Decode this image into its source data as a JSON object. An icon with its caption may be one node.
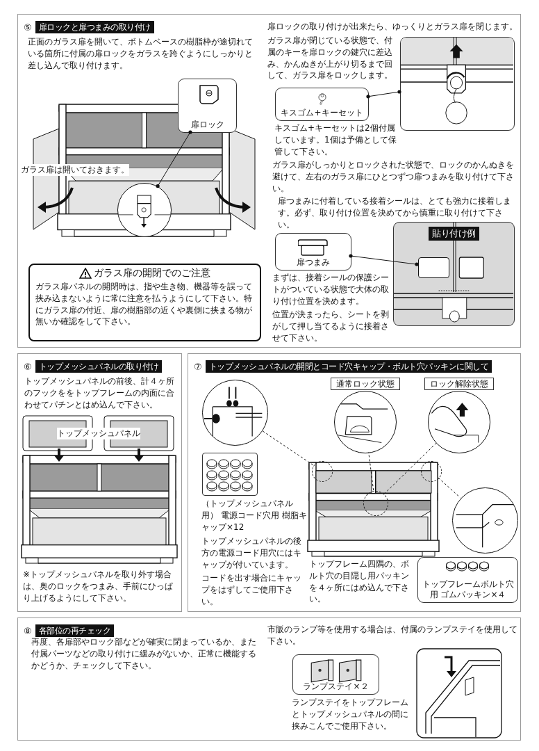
{
  "diagram": {
    "nodes": [
      {
        "text": [
          "⑤",
          "扉ロックと扉つまみの取り付け"
        ]
      },
      {
        "text": [
          "扉ロック"
        ],
        "in": 0
      },
      {
        "text": [],
        "shape": "circle",
        "in": 0
      },
      {
        "text": [
          "ガラス扉の開閉でのご注意",
          "ガラス扉パネルの開閉時は、指や生き物、機器等を誤って挟み込まないように常に注意を払うようにして下さい。特にガラス扉の付近、扉の樹脂部の近くや裏側に挟まる物が無いか確認をして下さい。"
        ],
        "in": 0
      },
      {
        "text": [
          "キスゴム+キーセット"
        ],
        "in": 0,
        "beside": [
          "キスゴム+キーセットは2個付属しています。1個は予備として保管して下さい。"
        ]
      },
      {
        "text": [],
        "shape": "picture",
        "in": 0
      },
      {
        "text": [
          "扉つまみ"
        ],
        "in": 0,
        "beside": [
          "まずは、接着シールの保護シートがついている状態で大体の取り付け位置を決めます。",
          "位置が決まったら、シートを剥がして押し当てるように接着させて下さい。"
        ]
      },
      {
        "text": [
          "貼り付け例"
        ],
        "in": 0
      },
      {
        "text": [],
        "shape": "box",
        "in": 7
      },
      {
        "text": [
          "⑥",
          "トップメッシュパネルの取り付け"
        ]
      },
      {
        "text": [
          "⑦",
          "トップメッシュパネルの開閉とコード穴キャップ・ボルト穴パッキンに関して"
        ]
      },
      {
        "text": [],
        "shape": "circle",
        "in": 10
      },
      {
        "text": [
          "通常ロック状態"
        ],
        "in": 10
      },
      {
        "text": [],
        "shape": "circle",
        "in": 10
      },
      {
        "text": [
          "ロック解除状態"
        ],
        "in": 10
      },
      {
        "text": [],
        "shape": "circle",
        "in": 10
      },
      {
        "text": [],
        "shape": "box",
        "in": 10,
        "beside": [
          "（トップメッシュパネル用） 電源コード穴用 樹脂キャップ×12"
        ]
      },
      {
        "text": [],
        "shape": "circle",
        "in": 10
      },
      {
        "text": [],
        "shape": "circle",
        "in": 10
      },
      {
        "text": [],
        "shape": "circle",
        "in": 10
      },
      {
        "text": [],
        "shape": "circle",
        "in": 10
      },
      {
        "text": [
          "トップフレームボルト穴用 ゴムパッキン×４"
        ],
        "in": 10
      },
      {
        "text": [
          "⑧",
          "各部位の再チェック"
        ]
      },
      {
        "text": [
          "ランプステイ×２"
        ],
        "in": 22,
        "beside": [
          "ランプステイをトップフレームとトップメッシュパネルの間に挟みこんでご使用下さい。"
        ]
      }
    ],
    "edges": [
      {
        "from": 1,
        "to": 2,
        "arrow": "other"
      },
      {
        "from": 4,
        "to": 5,
        "arrow": "other"
      },
      {
        "from": 6,
        "to": 8,
        "arrow": "other"
      },
      {
        "from": 17,
        "to": 11,
        "arrow": "none",
        "style": "dashed"
      },
      {
        "from": 18,
        "to": 13,
        "arrow": "none",
        "style": "dashed"
      },
      {
        "from": 18,
        "to": 15,
        "arrow": "none",
        "style": "dashed"
      },
      {
        "from": 19,
        "to": 20,
        "arrow": "none",
        "style": "dashed"
      }
    ],
    "labels": [
      "正面のガラス扉を開いて、ボトムベースの樹脂枠が途切れている箇所に付属の扉ロックをガラスを跨ぐようにしっかりと差し込んで取り付けます。",
      "ガラス扉は開いておきます。",
      "扉ロックの取り付けが出来たら、ゆっくりとガラス扉を閉じます。",
      "ガラス扉が閉じている状態で、付属のキーを扉ロックの鍵穴に差込み、かんぬきが上がり切るまで回して、ガラス扉をロックします。",
      "ガラス扉がしっかりとロックされた状態で、ロックのかんぬきを避けて、左右のガラス扉にひとつずつ扉つまみを取り付けて下さい。",
      "扉つまみに付着している接着シールは、とても強力に接着します。必ず、取り付け位置を決めてから慎重に取り付けて下さい。",
      "トップメッシュパネルの前後、計４ヶ所のフックををトップフレームの内面に合わせてパチンとはめ込んで下さい。",
      "トップメッシュパネル",
      "※トップメッシュパネルを取り外す場合は、奥のロックをつまみ、手前にひっぱり上げるようにして下さい。",
      "トップメッシュパネルの後方の電源コード用穴にはキャップが付いています。",
      "コードを出す場合にキャップをはずしてご使用下さい。",
      "トップフレーム四隅の、ボルト穴の目隠し用パッキンを４ヶ所にはめ込んで下さい。",
      "再度、各扉部やロック部などが確実に閉まっているか、また付属パーツなどの取り付けに緩みがないか、正常に機能するかどうか、チェックして下さい。",
      "市販のランプ等を使用する場合は、付属のランプステイを使用して下さい。"
    ]
  }
}
